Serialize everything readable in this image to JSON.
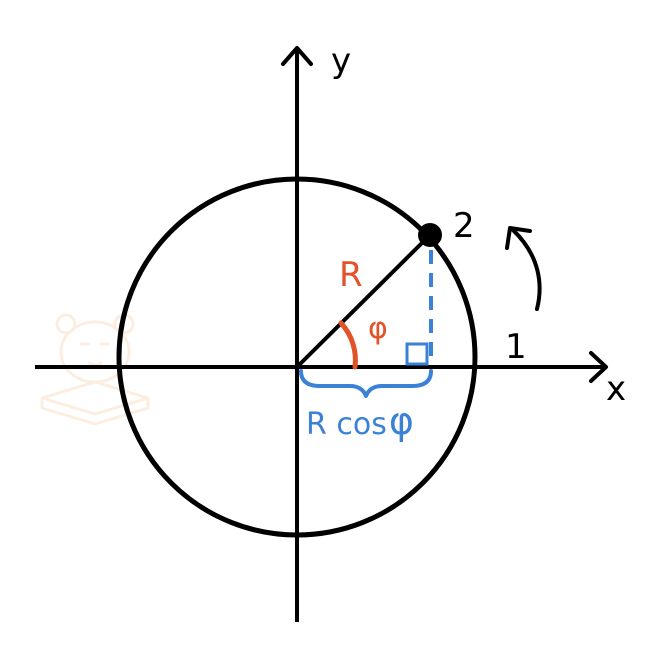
{
  "labels": {
    "y_axis": "y",
    "x_axis": "x",
    "radius": "R",
    "angle": "φ",
    "point_2": "2",
    "point_1": "1",
    "projection_r": "R cos",
    "projection_phi": "φ"
  },
  "colors": {
    "stroke": "#000000",
    "radius_label": "#e2532a",
    "angle": "#e2532a",
    "projection": "#3b82d6",
    "watermark": "#f2a25e"
  },
  "angle_deg": 46
}
